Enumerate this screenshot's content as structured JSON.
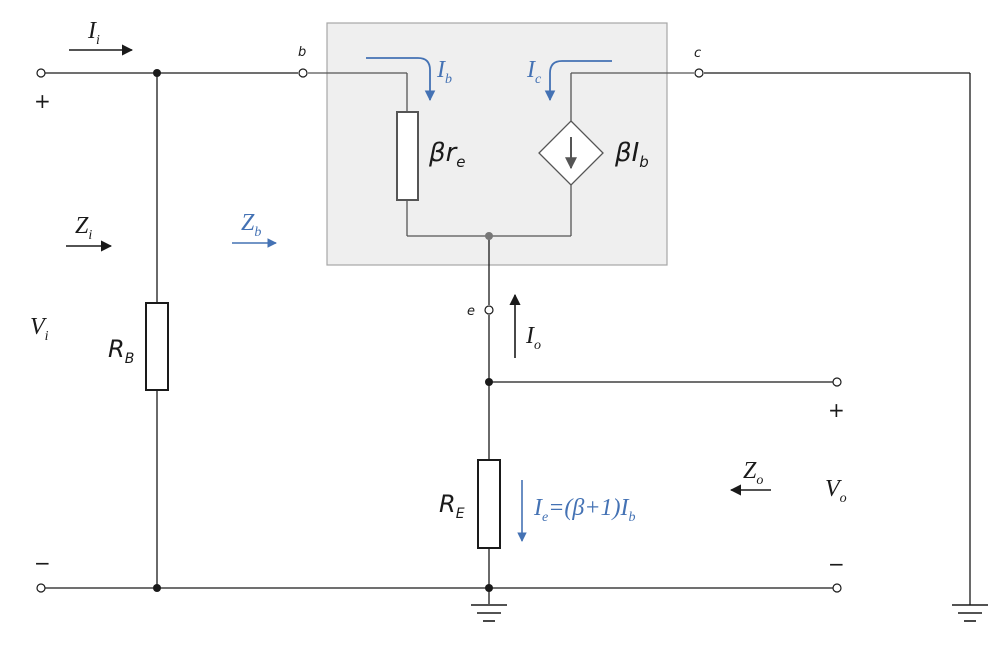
{
  "colors": {
    "wire": "#1a1a1a",
    "box_fill": "#efefef",
    "box_stroke": "#a6a6a6",
    "inner_wire": "#555555",
    "accent_blue": "#4472b4"
  },
  "nodes": {
    "base": "b",
    "collector": "c",
    "emitter": "e"
  },
  "signs": {
    "input_plus": "+",
    "input_minus": "−",
    "output_plus": "+",
    "output_minus": "−"
  },
  "labels": {
    "input_current": {
      "main": "I",
      "sub": "i"
    },
    "input_impedance": {
      "main": "Z",
      "sub": "i"
    },
    "base_impedance": {
      "main": "Z",
      "sub": "b"
    },
    "input_voltage": {
      "main": "V",
      "sub": "i"
    },
    "output_voltage": {
      "main": "V",
      "sub": "o"
    },
    "output_impedance": {
      "main": "Z",
      "sub": "o"
    },
    "output_current": {
      "main": "I",
      "sub": "o"
    },
    "base_current": {
      "main": "I",
      "sub": "b"
    },
    "collector_current": {
      "main": "I",
      "sub": "c"
    },
    "emitter_current": {
      "main": "I",
      "sub": "e",
      "rest": "=(β+1)I",
      "rest_sub": "b"
    }
  },
  "components": {
    "rb": {
      "main": "R",
      "sub": "B"
    },
    "re": {
      "main": "R",
      "sub": "E"
    },
    "beta_re": {
      "main": "βr",
      "sub": "e"
    },
    "beta_ib": {
      "main": "βI",
      "sub": "b"
    }
  }
}
